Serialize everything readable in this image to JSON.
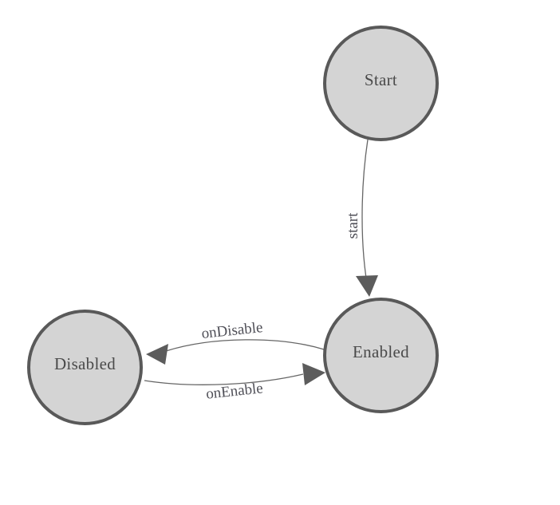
{
  "diagram": {
    "type": "state-machine",
    "colors": {
      "node_fill": "#d4d4d4",
      "node_stroke": "#595959",
      "edge_stroke": "#666666",
      "arrowhead_fill": "#5c5c5c",
      "node_label_text": "#4a4a4a",
      "edge_label_text": "#4f4f57",
      "background": "#ffffff"
    },
    "nodes": [
      {
        "id": "start",
        "label": "Start"
      },
      {
        "id": "enabled",
        "label": "Enabled"
      },
      {
        "id": "disabled",
        "label": "Disabled"
      }
    ],
    "edges": [
      {
        "id": "start-to-enabled",
        "label": "start",
        "from": "Start",
        "to": "Enabled"
      },
      {
        "id": "enabled-to-disabled",
        "label": "onDisable",
        "from": "Enabled",
        "to": "Disabled"
      },
      {
        "id": "disabled-to-enabled",
        "label": "onEnable",
        "from": "Disabled",
        "to": "Enabled"
      }
    ]
  }
}
